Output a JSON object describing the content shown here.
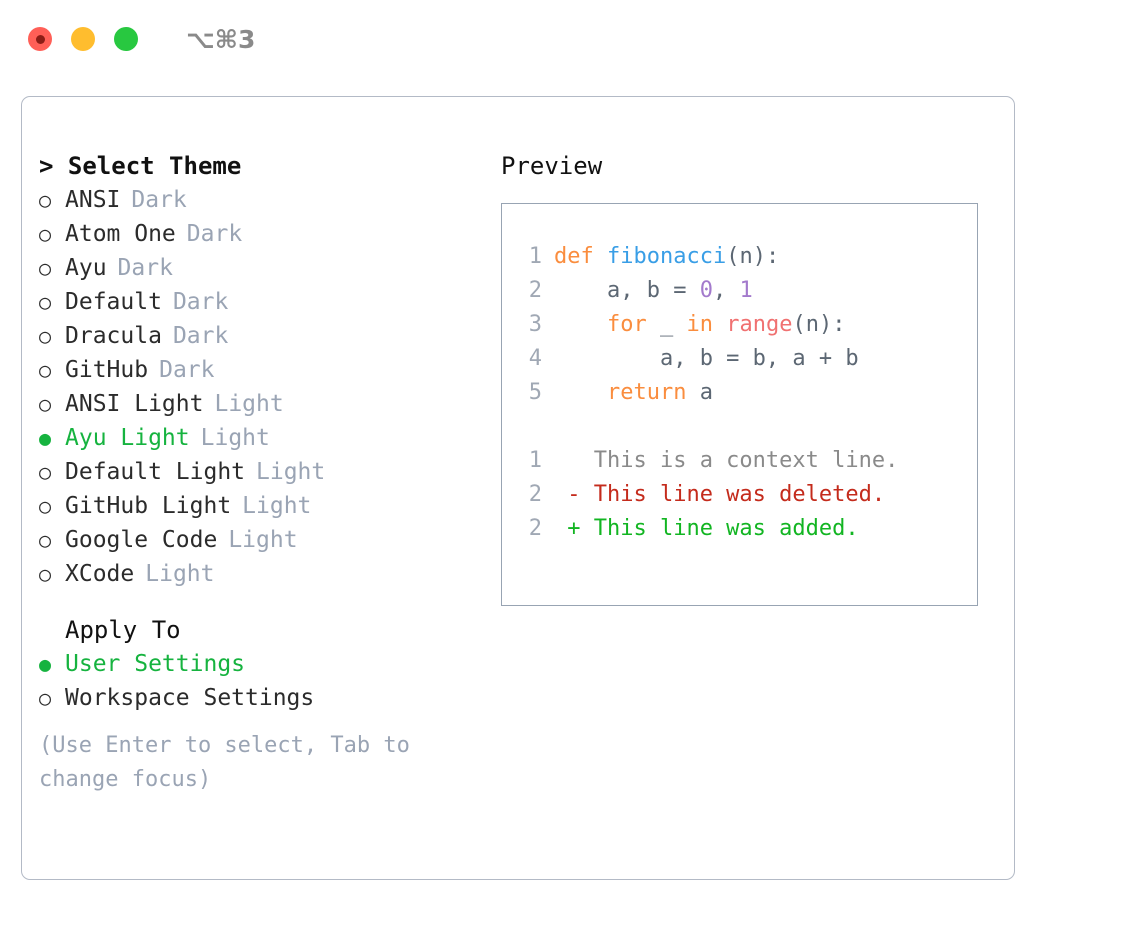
{
  "titlebar": {
    "shortcut": "⌥⌘3",
    "lights": [
      {
        "name": "close",
        "color": "#ff5f57"
      },
      {
        "name": "minimize",
        "color": "#ffbd2e"
      },
      {
        "name": "maximize",
        "color": "#28c840"
      }
    ]
  },
  "theme_section": {
    "header": "> Select Theme",
    "items": [
      {
        "marker": "○",
        "label": "ANSI",
        "badge": "Dark",
        "selected": false
      },
      {
        "marker": "○",
        "label": "Atom One",
        "badge": "Dark",
        "selected": false
      },
      {
        "marker": "○",
        "label": "Ayu",
        "badge": "Dark",
        "selected": false
      },
      {
        "marker": "○",
        "label": "Default",
        "badge": "Dark",
        "selected": false
      },
      {
        "marker": "○",
        "label": "Dracula",
        "badge": "Dark",
        "selected": false
      },
      {
        "marker": "○",
        "label": "GitHub",
        "badge": "Dark",
        "selected": false
      },
      {
        "marker": "○",
        "label": "ANSI Light",
        "badge": "Light",
        "selected": false
      },
      {
        "marker": "●",
        "label": "Ayu Light",
        "badge": "Light",
        "selected": true
      },
      {
        "marker": "○",
        "label": "Default Light",
        "badge": "Light",
        "selected": false
      },
      {
        "marker": "○",
        "label": "GitHub Light",
        "badge": "Light",
        "selected": false
      },
      {
        "marker": "○",
        "label": "Google Code",
        "badge": "Light",
        "selected": false
      },
      {
        "marker": "○",
        "label": "XCode",
        "badge": "Light",
        "selected": false
      }
    ]
  },
  "apply_section": {
    "header": "Apply To",
    "items": [
      {
        "marker": "●",
        "label": "User Settings",
        "selected": true
      },
      {
        "marker": "○",
        "label": "Workspace Settings",
        "selected": false
      }
    ]
  },
  "hint": "(Use Enter to select, Tab to change focus)",
  "preview": {
    "title": "Preview",
    "code_lines": [
      {
        "num": "1",
        "segments": [
          {
            "text": "def ",
            "cls": "tok-kw"
          },
          {
            "text": "fibonacci",
            "cls": "tok-fn"
          },
          {
            "text": "(n):",
            "cls": "tok-txt"
          }
        ]
      },
      {
        "num": "2",
        "segments": [
          {
            "text": "    a, b = ",
            "cls": "tok-txt"
          },
          {
            "text": "0",
            "cls": "tok-num"
          },
          {
            "text": ", ",
            "cls": "tok-txt"
          },
          {
            "text": "1",
            "cls": "tok-num"
          }
        ]
      },
      {
        "num": "3",
        "segments": [
          {
            "text": "    ",
            "cls": "tok-txt"
          },
          {
            "text": "for",
            "cls": "tok-kw"
          },
          {
            "text": " _ ",
            "cls": "tok-txt"
          },
          {
            "text": "in",
            "cls": "tok-kw"
          },
          {
            "text": " ",
            "cls": "tok-txt"
          },
          {
            "text": "range",
            "cls": "tok-call"
          },
          {
            "text": "(n):",
            "cls": "tok-txt"
          }
        ]
      },
      {
        "num": "4",
        "segments": [
          {
            "text": "        a, b = b, a + b",
            "cls": "tok-txt"
          }
        ]
      },
      {
        "num": "5",
        "segments": [
          {
            "text": "    ",
            "cls": "tok-txt"
          },
          {
            "text": "return",
            "cls": "tok-kw"
          },
          {
            "text": " a",
            "cls": "tok-txt"
          }
        ]
      }
    ],
    "diff_lines": [
      {
        "num": "1",
        "segments": [
          {
            "text": "   This is a context line.",
            "cls": "tok-ctx"
          }
        ]
      },
      {
        "num": "2",
        "segments": [
          {
            "text": " - This line was deleted.",
            "cls": "tok-del"
          }
        ]
      },
      {
        "num": "2",
        "segments": [
          {
            "text": " + This line was added.",
            "cls": "tok-add"
          }
        ]
      }
    ]
  },
  "colors": {
    "accent_green": "#16b33f",
    "badge_gray": "#9aa4b4",
    "keyword_orange": "#fa8d3e",
    "function_blue": "#399ee6",
    "number_purple": "#a37acc",
    "call_red": "#f07171",
    "diff_deleted": "#c42b1c",
    "diff_added": "#12b522",
    "card_border": "#b3bac6",
    "preview_border": "#98a4b3"
  }
}
